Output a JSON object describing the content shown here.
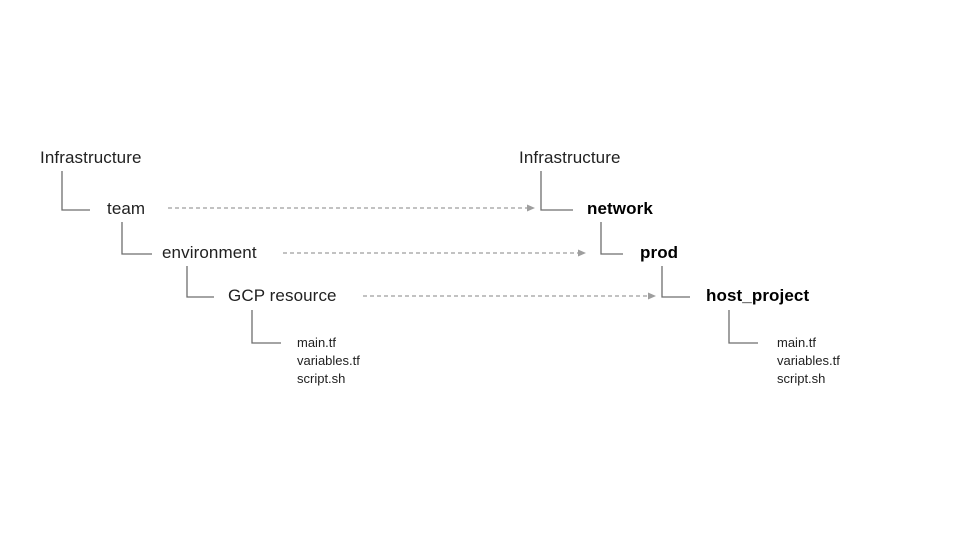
{
  "diagram": {
    "description": "Terraform directory structure mapping",
    "left_tree": {
      "root": "Infrastructure",
      "level1": "team",
      "level2": "environment",
      "level3": "GCP resource",
      "files": [
        "main.tf",
        "variables.tf",
        "script.sh"
      ]
    },
    "right_tree": {
      "root": "Infrastructure",
      "level1": "network",
      "level2": "prod",
      "level3": "host_project",
      "files": [
        "main.tf",
        "variables.tf",
        "script.sh"
      ]
    },
    "mappings": [
      {
        "from": "team",
        "to": "network"
      },
      {
        "from": "environment",
        "to": "prod"
      },
      {
        "from": "GCP resource",
        "to": "host_project"
      }
    ],
    "colors": {
      "background": "#ffffff",
      "text": "#212121",
      "bold_text": "#000000",
      "connector_line": "#6e6e6e",
      "arrow_line": "#9e9e9e"
    }
  }
}
